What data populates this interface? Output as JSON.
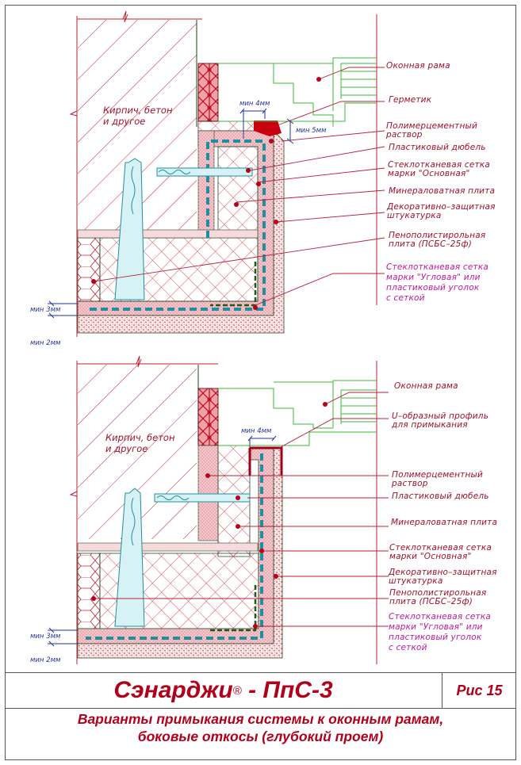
{
  "colors": {
    "accent_red": "#b0001a",
    "label_red": "#a0102a",
    "label_magenta": "#c0189a",
    "dimension_blue": "#22339a",
    "window_frame_green": "#3cb83c",
    "mesh_teal": "#1e8fa0",
    "plaster_pink": "#f0c4c8"
  },
  "title": {
    "brand": "Сэнарджи",
    "registered_mark": "®",
    "code": " - ПпС-3",
    "figure": "Рис 15",
    "subtitle_line1": "Варианты примыкания системы к оконным рамам,",
    "subtitle_line2": "боковые откосы (глубокий проем)"
  },
  "detail_top": {
    "material_label_line1": "Кирпич, бетон",
    "material_label_line2": "и другое",
    "dims": {
      "gap_4": "мин 4мм",
      "gap_5": "мин 5мм",
      "gap_3": "мин 3мм",
      "gap_2": "мин 2мм"
    },
    "callouts": [
      {
        "line1": "Оконная рама",
        "line2": ""
      },
      {
        "line1": "Герметик",
        "line2": ""
      },
      {
        "line1": "Полимерцементный",
        "line2": "раствор"
      },
      {
        "line1": "Пластиковый дюбель",
        "line2": ""
      },
      {
        "line1": "Стеклотканевая сетка",
        "line2": "марки \"Основная\""
      },
      {
        "line1": "Минераловатная плита",
        "line2": ""
      },
      {
        "line1": "Декоративно–защитная",
        "line2": "штукатурка"
      },
      {
        "line1": "Пенополистирольная",
        "line2": "плита (ПСБС–25ф)"
      },
      {
        "line1": "Стеклотканевая сетка",
        "line2": "марки \"Угловая\" или",
        "line3": "пластиковый уголок",
        "line4": "с сеткой"
      }
    ]
  },
  "detail_bottom": {
    "material_label_line1": "Кирпич, бетон",
    "material_label_line2": "и другое",
    "dims": {
      "gap_4": "мин 4мм",
      "gap_3": "мин 3мм",
      "gap_2": "мин 2мм"
    },
    "callouts": [
      {
        "line1": "Оконная рама",
        "line2": ""
      },
      {
        "line1": "U–образный профиль",
        "line2": "для примыкания"
      },
      {
        "line1": "Полимерцементный",
        "line2": "раствор"
      },
      {
        "line1": "Пластиковый дюбель",
        "line2": ""
      },
      {
        "line1": "Минераловатная плита",
        "line2": ""
      },
      {
        "line1": "Стеклотканевая сетка",
        "line2": "марки \"Основная\""
      },
      {
        "line1": "Декоративно–защитная",
        "line2": "штукатурка"
      },
      {
        "line1": "Пенополистирольная",
        "line2": "плита (ПСБС–25ф)"
      },
      {
        "line1": "Стеклотканевая сетка",
        "line2": "марки \"Угловая\" или",
        "line3": "пластиковый уголок",
        "line4": "с сеткой"
      }
    ]
  }
}
